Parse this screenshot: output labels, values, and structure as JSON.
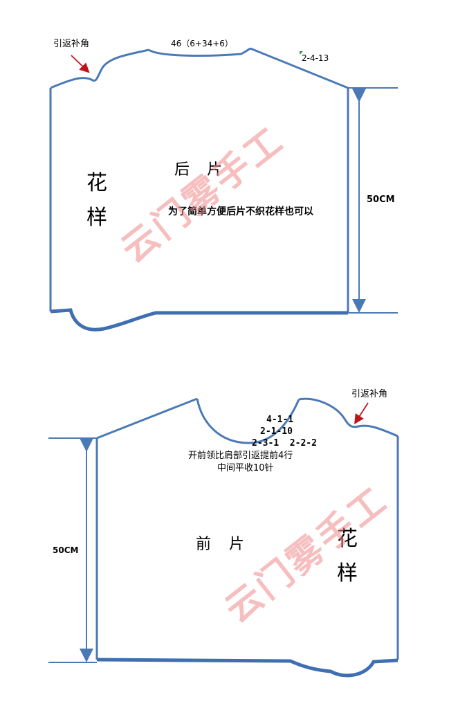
{
  "back_piece": {
    "top_width_label": "46（6+34+6）",
    "shoulder_label": "2-4-13",
    "short_row_label": "引返补角",
    "height_label": "50CM",
    "pattern_label_1": "花",
    "pattern_label_2": "样",
    "title": "后 片",
    "note": "为了简单方便后片不织花样也可以",
    "watermark": "云门雾手工"
  },
  "front_piece": {
    "short_row_label": "引返补角",
    "neck_line_1": "4-1-1",
    "neck_line_2": "2-1-10",
    "neck_line_3": "2-3-1  2-2-2",
    "neck_note_1": "开前领比肩部引返提前4行",
    "neck_note_2": "中间平收10针",
    "height_label": "50CM",
    "title": "前  片",
    "pattern_label_1": "花",
    "pattern_label_2": "样",
    "watermark": "云门雾手工"
  },
  "colors": {
    "outline": "#4a7ab5",
    "arrow": "#c0141c",
    "watermark": "#f08a8a"
  }
}
